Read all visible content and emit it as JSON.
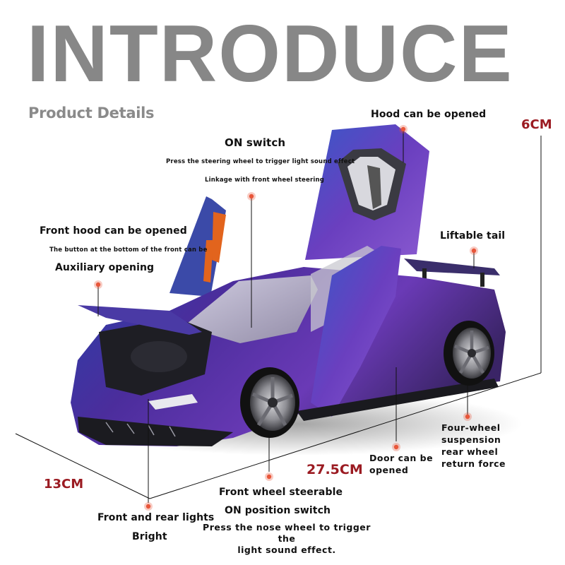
{
  "header": {
    "title": "INTRODUCE",
    "subtitle": "Product Details"
  },
  "dimensions": {
    "height": "6CM",
    "length": "27.5CM",
    "width": "13CM"
  },
  "callouts": {
    "on_switch": {
      "title": "ON switch",
      "line1": "Press the steering wheel to trigger light sound effect",
      "line2": "Linkage with front wheel steering"
    },
    "front_hood": {
      "title": "Front hood can be opened",
      "line1": "The button at the bottom of the front can be",
      "line2": "Auxiliary opening"
    },
    "hood": {
      "title": "Hood can be opened"
    },
    "tail": {
      "title": "Liftable tail"
    },
    "suspension": {
      "line1": "Four-wheel",
      "line2": "suspension",
      "line3": "rear wheel",
      "line4": "return force"
    },
    "door": {
      "line1": "Door can be",
      "line2": "opened"
    },
    "front_wheel": {
      "title": "Front wheel steerable",
      "line1": "ON position switch",
      "line2": "Press the nose wheel to trigger the",
      "line3": "light sound effect."
    },
    "lights": {
      "title": "Front and rear lights",
      "line1": "Bright"
    }
  },
  "colors": {
    "title_gray": "#878787",
    "dimension_red": "#9b1b22",
    "callout_dot": "#e8563a",
    "car_purple": "#5a2fa0",
    "car_blue": "#2d4fb0"
  }
}
